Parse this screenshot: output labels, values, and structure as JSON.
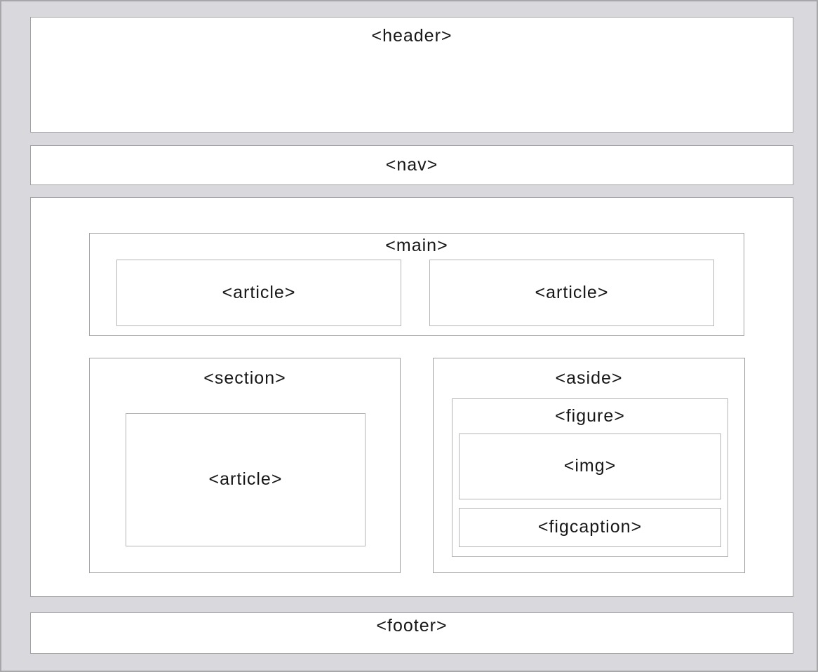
{
  "colors": {
    "page_background": "#d9d9dd",
    "frame_border": "#a7a7aa",
    "box_background": "#ffffff",
    "border_strong": "#a2a2a5",
    "border_light": "#b4b4b6",
    "text": "#161616"
  },
  "labels": {
    "header": "<header>",
    "nav": "<nav>",
    "main": "<main>",
    "article_main_left": "<article>",
    "article_main_right": "<article>",
    "section": "<section>",
    "article_section": "<article>",
    "aside": "<aside>",
    "figure": "<figure>",
    "img": "<img>",
    "figcaption": "<figcaption>",
    "footer": "<footer>"
  }
}
